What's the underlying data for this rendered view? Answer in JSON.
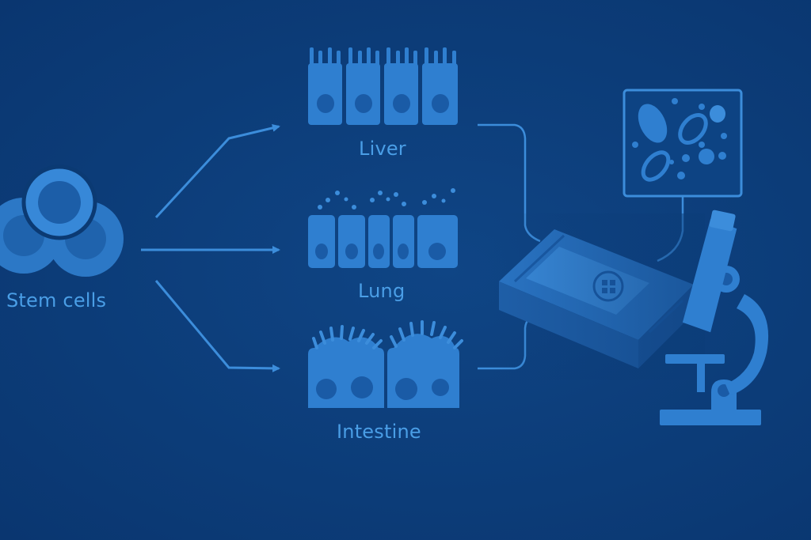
{
  "labels": {
    "stem_cells": "Stem cells",
    "liver": "Liver",
    "lung": "Lung",
    "intestine": "Intestine"
  },
  "colors": {
    "background": "#0c3c78",
    "primary_blue": "#2f7fd0",
    "light_blue": "#4a9ee6",
    "dark_blue": "#0b3a73",
    "nucleus": "#1b5eaa"
  },
  "icons": [
    "stem-cell-cluster-icon",
    "liver-cell-icon",
    "lung-cell-icon",
    "intestine-cell-icon",
    "organ-chip-icon",
    "microscope-icon",
    "microscope-view-icon",
    "arrow-right-icon"
  ]
}
